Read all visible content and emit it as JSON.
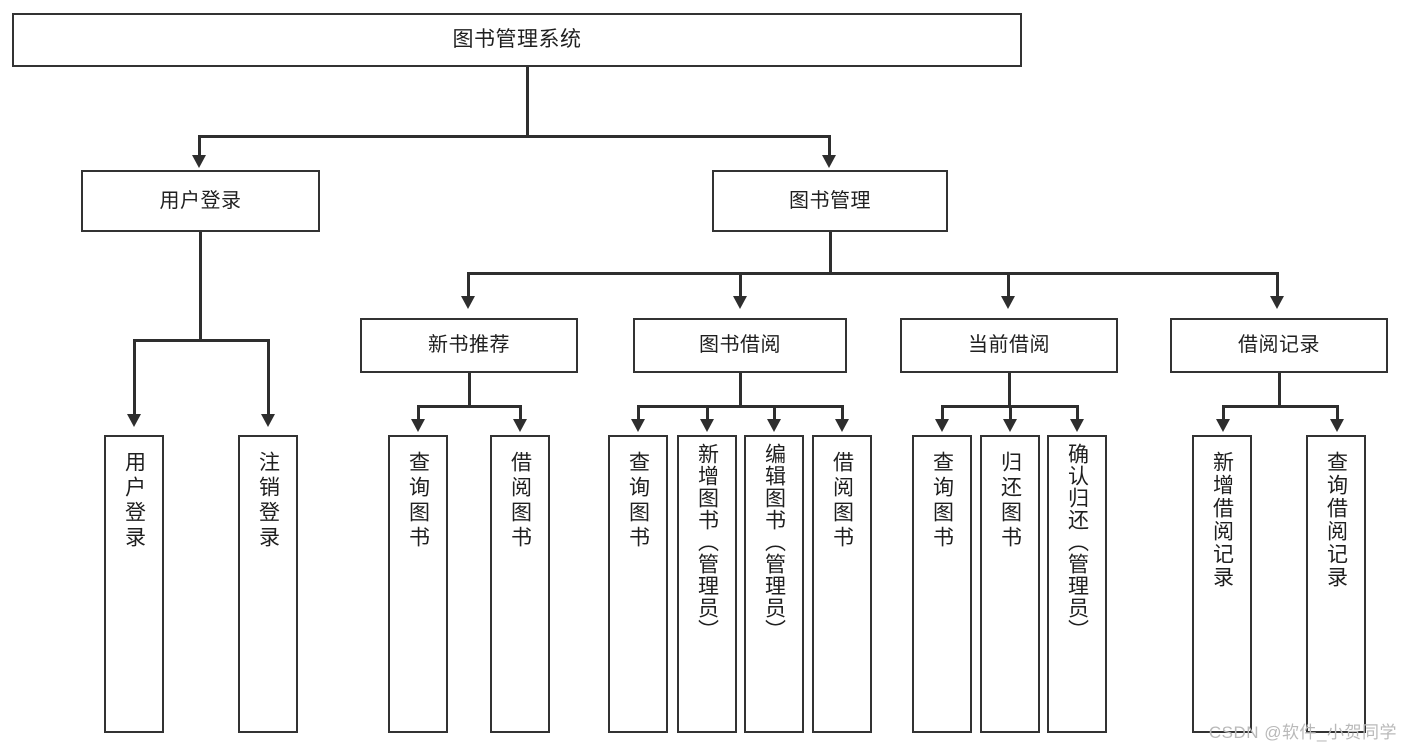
{
  "diagram": {
    "type": "tree",
    "title": "图书管理系统",
    "watermark": "CSDN @软件_小贺同学",
    "root": {
      "label": "图书管理系统"
    },
    "level2": [
      {
        "label": "用户登录"
      },
      {
        "label": "图书管理"
      }
    ],
    "level3": [
      {
        "label": "新书推荐"
      },
      {
        "label": "图书借阅"
      },
      {
        "label": "当前借阅"
      },
      {
        "label": "借阅记录"
      }
    ],
    "leaves": {
      "user_login": [
        {
          "label": "用户登录"
        },
        {
          "label": "注销登录"
        }
      ],
      "new_book": [
        {
          "label": "查询图书"
        },
        {
          "label": "借阅图书"
        }
      ],
      "borrow_book": [
        {
          "label": "查询图书"
        },
        {
          "label": "新增图书（管理员）"
        },
        {
          "label": "编辑图书（管理员）"
        },
        {
          "label": "借阅图书"
        }
      ],
      "current_borrow": [
        {
          "label": "查询图书"
        },
        {
          "label": "归还图书"
        },
        {
          "label": "确认归还（管理员）"
        }
      ],
      "borrow_record": [
        {
          "label": "新增借阅记录"
        },
        {
          "label": "查询借阅记录"
        }
      ]
    }
  },
  "colors": {
    "border": "#333333",
    "line": "#2e2e2e",
    "text": "#1f1f1f",
    "background": "#ffffff",
    "watermark": "#b9b9b9"
  }
}
